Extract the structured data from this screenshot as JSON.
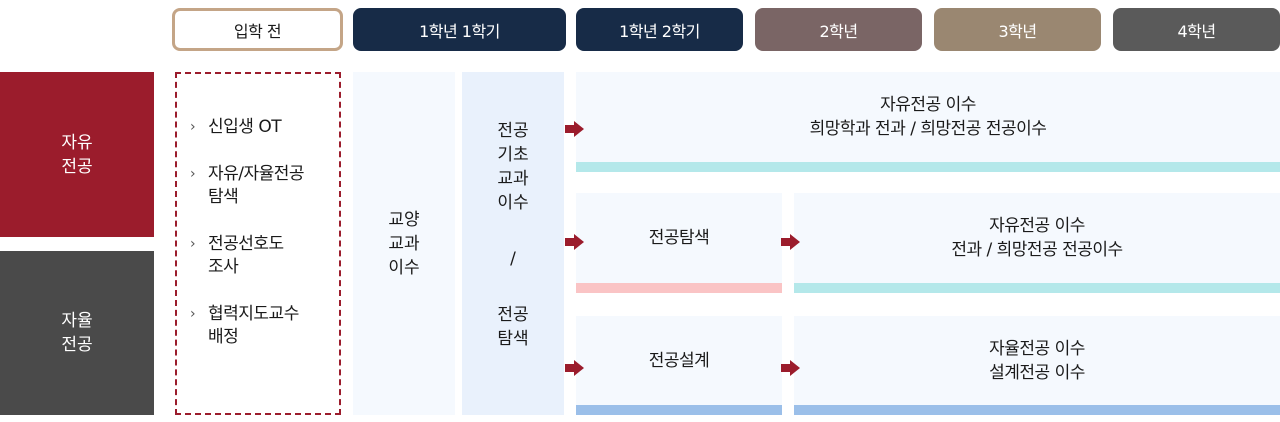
{
  "colors": {
    "free_major": "#9b1c2c",
    "self_major": "#4a4a4a",
    "navy": "#172b47",
    "year2": "#7a6565",
    "year3": "#9a8771",
    "year4": "#5a5a5a",
    "outline": "#c4a587",
    "cell_bg": "#f5f9fe",
    "col_bg_light": "#f5f9fe",
    "col_bg_mid": "#e9f1fc",
    "bar_teal": "#b4e8ea",
    "bar_pink": "#fac4c5",
    "bar_blue": "#9bbfe9",
    "arrow": "#9b1c2c"
  },
  "header": {
    "stages": [
      {
        "label": "입학 전"
      },
      {
        "label": "1학년 1학기"
      },
      {
        "label": "1학년 2학기"
      },
      {
        "label": "2학년"
      },
      {
        "label": "3학년"
      },
      {
        "label": "4학년"
      }
    ]
  },
  "tracks": [
    {
      "line1": "자유",
      "line2": "전공"
    },
    {
      "line1": "자율",
      "line2": "전공"
    }
  ],
  "pre_admission": {
    "bullet": "›",
    "items": [
      {
        "line1": "신입생 OT",
        "line2": ""
      },
      {
        "line1": "자유/자율전공",
        "line2": "탐색"
      },
      {
        "line1": "전공선호도",
        "line2": "조사"
      },
      {
        "line1": "협력지도교수",
        "line2": "배정"
      }
    ]
  },
  "semester1": {
    "liberal_arts": {
      "line1": "교양",
      "line2": "교과",
      "line3": "이수"
    },
    "major_basics": {
      "line1": "전공",
      "line2": "기초",
      "line3": "교과",
      "line4": "이수",
      "separator": "/",
      "line5": "전공",
      "line6": "탐색"
    }
  },
  "rows": {
    "free_major_direct": {
      "line1": "자유전공 이수",
      "line2": "희망학과 전과 / 희망전공 전공이수"
    },
    "free_major_explore": {
      "stage": "전공탐색",
      "result_line1": "자유전공 이수",
      "result_line2": "전과 / 희망전공 전공이수"
    },
    "self_major": {
      "stage": "전공설계",
      "result_line1": "자율전공 이수",
      "result_line2": "설계전공 이수"
    }
  },
  "icons": {
    "arrow": "arrow-right-icon",
    "bullet": "chevron-right-icon"
  }
}
